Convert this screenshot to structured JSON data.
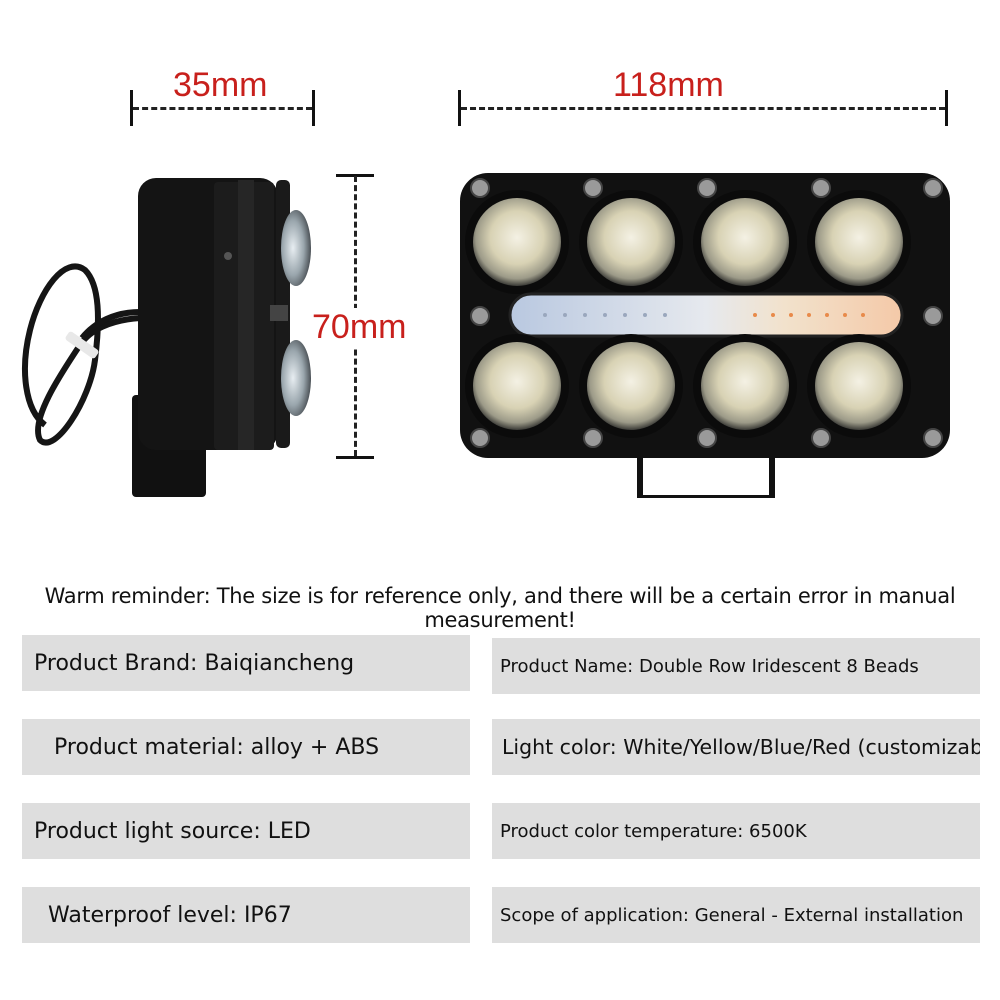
{
  "dimensions": {
    "depth": "35mm",
    "width": "118mm",
    "height": "70mm"
  },
  "reminder": "Warm reminder: The size is for reference only, and there will be a certain error in manual measurement!",
  "specs": [
    {
      "text": "Product Brand: Baiqiancheng"
    },
    {
      "text": "Product Name: Double Row Iridescent 8 Beads"
    },
    {
      "text": "Product material: alloy + ABS"
    },
    {
      "text": "Light color: White/Yellow/Blue/Red (customizable)"
    },
    {
      "text": "Product light source: LED"
    },
    {
      "text": "Product color temperature: 6500K"
    },
    {
      "text": "Waterproof level: IP67"
    },
    {
      "text": "Scope of application: General - External installation"
    }
  ],
  "colors": {
    "dimension_text": "#c8201c",
    "spec_background": "#dedede",
    "housing": "#111111"
  }
}
